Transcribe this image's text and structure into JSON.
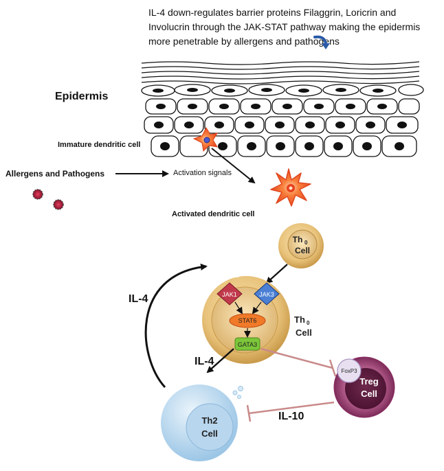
{
  "caption": "IL-4 down-regulates barrier proteins Filaggrin, Loricrin and Involucrin through the JAK-STAT pathway making the epidermis more penetrable by allergens and pathogens",
  "labels": {
    "epidermis": "Epidermis",
    "immature_dc": "Immature dendritic cell",
    "allergens": "Allergens and Pathogens",
    "activation_signals": "Activation signals",
    "activated_dc": "Activated dendritic cell",
    "il4_left": "IL-4",
    "il4_lower": "IL-4",
    "il10": "IL-10"
  },
  "th0_top": {
    "main": "Th",
    "sub": "0",
    "line2": "Cell"
  },
  "th0_large": {
    "main": "Th",
    "sub": "0",
    "line2": "Cell"
  },
  "pathway": {
    "jak1": "JAK1",
    "jak3": "JAK3",
    "stat6": "STAT6",
    "gata3": "GATA3"
  },
  "treg": {
    "foxp3": "FoxP3",
    "line1": "Treg",
    "line2": "Cell"
  },
  "th2": {
    "line1": "Th2",
    "line2": "Cell"
  },
  "colors": {
    "dc_orange": "#f25a2a",
    "th0_tan": "#e8c27a",
    "jak1": "#c0394b",
    "jak3": "#4a7fd4",
    "stat6": "#f07a28",
    "gata3": "#7cc63a",
    "treg_purple": "#8a2a60",
    "th2_blue": "#bcd9ef",
    "inhibit_line": "#c98a8a"
  }
}
